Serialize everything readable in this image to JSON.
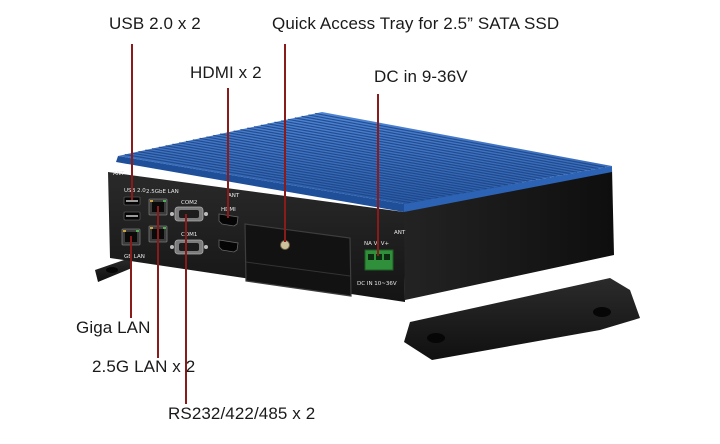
{
  "callouts": {
    "usb": "USB 2.0 x 2",
    "ssd_tray": "Quick Access Tray for 2.5” SATA SSD",
    "hdmi": "HDMI x 2",
    "dc_in": "DC in 9-36V",
    "giga_lan": "Giga LAN",
    "lan_25g": "2.5G LAN x 2",
    "serial": "RS232/422/485 x 2"
  },
  "panel_labels": {
    "ant_left": "ANT",
    "usb": "USB 2.0",
    "lan_25g": "2.5GbE LAN",
    "com2": "COM2",
    "com1": "COM1",
    "ant_mid": "ANT",
    "hdmi": "HDMI",
    "gb_lan": "GB LAN",
    "ant_right": "ANT",
    "dc_pins": "NA V- V+",
    "dc_in": "DC IN 10~36V"
  },
  "colors": {
    "heatsink": "#3a72c4",
    "chassis": "#1b1b1b",
    "callout_line": "#8b1a1a",
    "terminal": "#2f8f3a"
  }
}
